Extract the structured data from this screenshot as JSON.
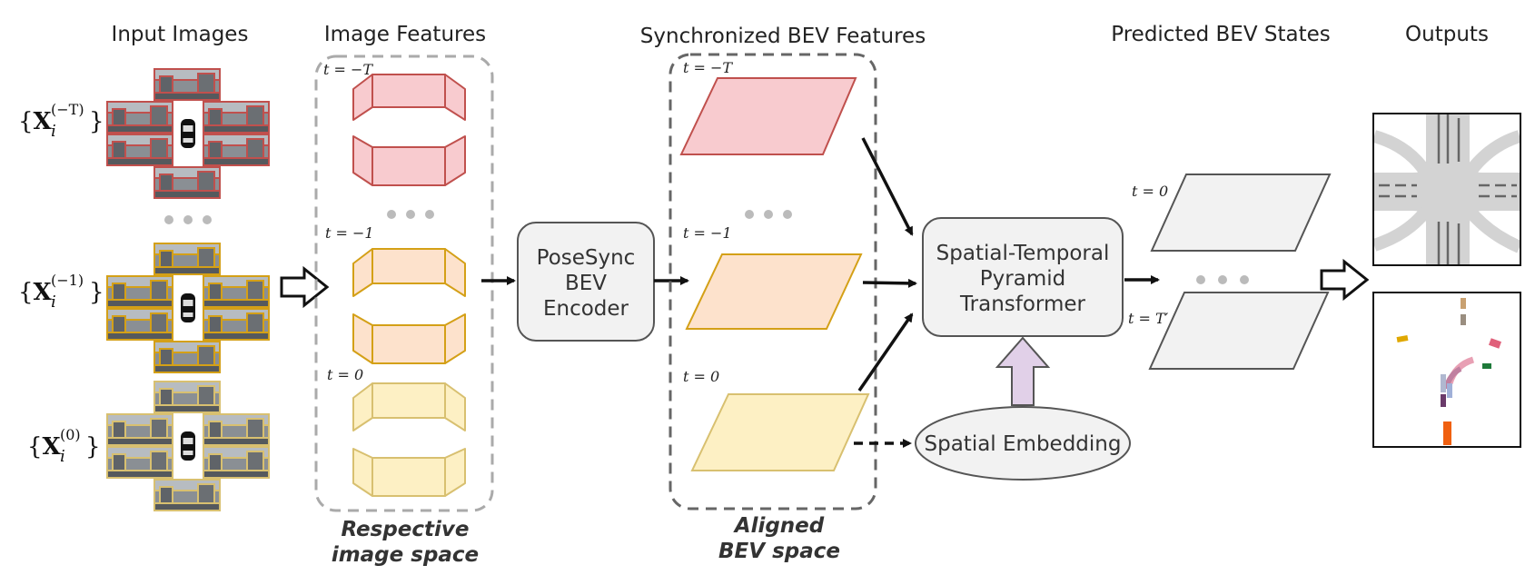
{
  "headers": {
    "input_images": "Input Images",
    "image_features": "Image Features",
    "sync_bev_features": "Synchronized BEV Features",
    "predicted_bev_states": "Predicted BEV States",
    "outputs": "Outputs"
  },
  "input_sets": [
    {
      "sup": "(−T)",
      "sub": "i"
    },
    {
      "sup": "(−1)",
      "sub": "i"
    },
    {
      "sup": "(0)",
      "sub": "i"
    }
  ],
  "time_labels": {
    "feat_t_minus_T": "t = −T",
    "feat_t_minus_1": "t = −1",
    "feat_t_0": "t = 0",
    "bev_t_minus_T": "t = −T",
    "bev_t_minus_1": "t = −1",
    "bev_t_0": "t = 0",
    "pred_t_0": "t = 0",
    "pred_t_T_prime": "t = T′"
  },
  "modules": {
    "encoder": [
      "PoseSync",
      "BEV",
      "Encoder"
    ],
    "transformer": [
      "Spatial-Temporal",
      "Pyramid",
      "Transformer"
    ],
    "embedding": "Spatial Embedding"
  },
  "notes": {
    "respective": [
      "Respective",
      "image space"
    ],
    "aligned": [
      "Aligned",
      "BEV space"
    ]
  },
  "colors": {
    "red_stroke": "#c0504d",
    "red_fill": "#f8cbcf",
    "orange_stroke": "#d4a017",
    "orange_fill": "#fde2cc",
    "yellow_stroke": "#d8c070",
    "yellow_fill": "#fdf0c4",
    "gray_fill": "#f2f2f2",
    "purple_fill": "#e1d0e8"
  },
  "icons": [
    "car-icon",
    "camera-photo-icon",
    "ellipsis-icon",
    "hollow-arrow-icon",
    "map-output-icon",
    "trajectory-output-icon"
  ]
}
